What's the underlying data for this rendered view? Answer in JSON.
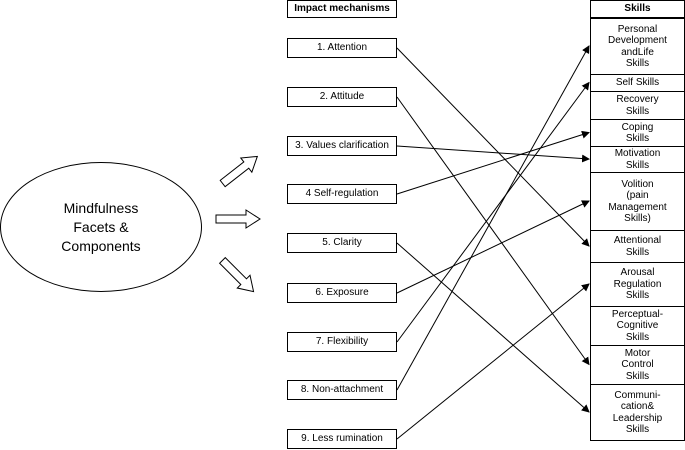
{
  "diagram": {
    "source": "Mindfulness\nFacets &\nComponents",
    "mechanisms_header": "Impact mechanisms",
    "skills_header": "Skills",
    "mechanisms": [
      "1. Attention",
      "2. Attitude",
      "3. Values clarification",
      "4  Self-regulation",
      "5. Clarity",
      "6. Exposure",
      "7. Flexibility",
      "8. Non-attachment",
      "9. Less rumination"
    ],
    "skills": [
      "Personal\nDevelopment\nandLife\nSkills",
      "Self Skills",
      "Recovery\nSkills",
      "Coping\nSkills",
      "Motivation\nSkills",
      "Volition\n(pain\nManagement\nSkills)",
      "Attentional\nSkills",
      "Arousal\nRegulation\nSkills",
      "Perceptual-\nCognitive\nSkills",
      "Motor\nControl\nSkills",
      "Communi-\ncation&\nLeadership\nSkills"
    ],
    "connections": [
      {
        "from": 0,
        "to": 6
      },
      {
        "from": 1,
        "to": 9
      },
      {
        "from": 2,
        "to": 4
      },
      {
        "from": 3,
        "to": 3
      },
      {
        "from": 4,
        "to": 10
      },
      {
        "from": 5,
        "to": 5
      },
      {
        "from": 6,
        "to": 1
      },
      {
        "from": 7,
        "to": 0
      },
      {
        "from": 8,
        "to": 7
      }
    ]
  }
}
